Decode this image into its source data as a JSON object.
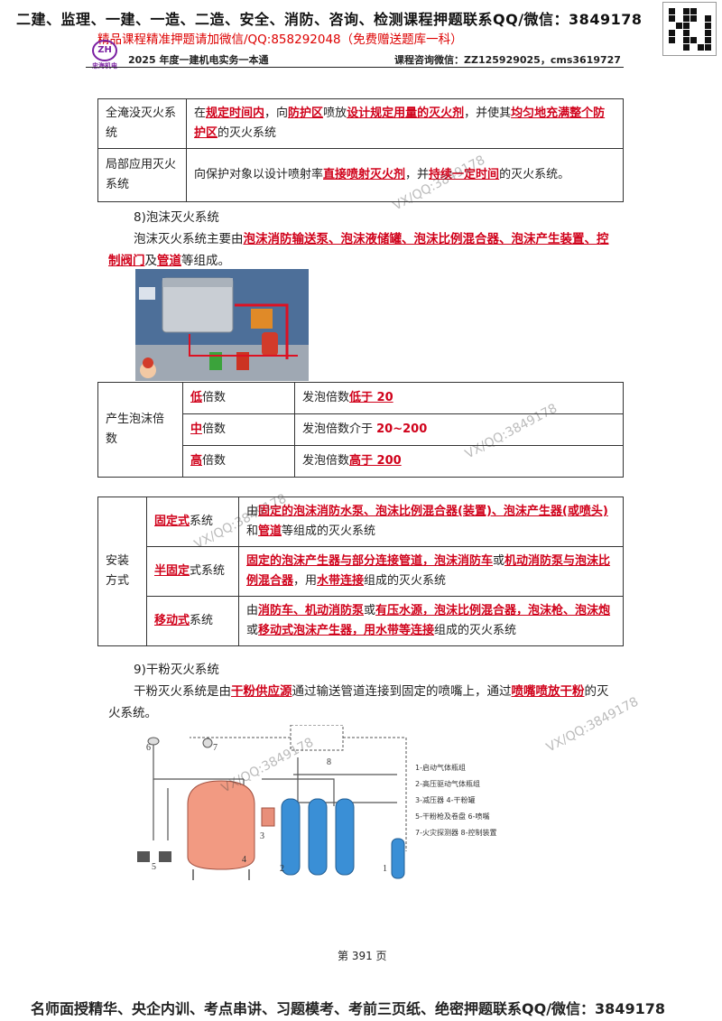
{
  "header": {
    "top_banner": "二建、监理、一建、一造、二造、安全、消防、咨询、检测课程押题联系QQ/微信：3849178",
    "red_banner": "精品课程精准押题请加微信/QQ:858292048（免费赠送题库一科）",
    "logo_text": "忠海机电",
    "book_title": "2025 年度一建机电实务一本通",
    "consult": "课程咨询微信：ZZ125929025，cms3619727"
  },
  "gas_table": [
    {
      "name": "全淹没灭火系统",
      "desc_parts": [
        {
          "t": "在",
          "s": ""
        },
        {
          "t": "规定时间内",
          "s": "rh"
        },
        {
          "t": "，向",
          "s": ""
        },
        {
          "t": "防护区",
          "s": "rh"
        },
        {
          "t": "喷放",
          "s": ""
        },
        {
          "t": "设计规定用量的灭火剂",
          "s": "rh"
        },
        {
          "t": "，并使其",
          "s": ""
        },
        {
          "t": "均匀地充满整个防护区",
          "s": "rh"
        },
        {
          "t": "的灭火系统",
          "s": ""
        }
      ]
    },
    {
      "name": "局部应用灭火系统",
      "desc_parts": [
        {
          "t": "向保护对象以设计喷射率",
          "s": ""
        },
        {
          "t": "直接喷射灭火剂",
          "s": "rh"
        },
        {
          "t": "，并",
          "s": ""
        },
        {
          "t": "持续一定时间",
          "s": "rh"
        },
        {
          "t": "的灭火系统。",
          "s": ""
        }
      ]
    }
  ],
  "foam_section": {
    "heading": "8)泡沫灭火系统",
    "intro_parts": [
      {
        "t": "泡沫灭火系统主要由",
        "s": ""
      },
      {
        "t": "泡沫消防输送泵、泡沫液储罐、泡沫比例混合器、泡沫产生装置、控制阀门",
        "s": "rh"
      },
      {
        "t": "及",
        "s": ""
      },
      {
        "t": "管道",
        "s": "rh"
      },
      {
        "t": "等组成。",
        "s": ""
      }
    ]
  },
  "expansion_table": {
    "label": "产生泡沫倍数",
    "rows": [
      {
        "level_hl": "低",
        "level_rest": "倍数",
        "desc": "发泡倍数",
        "value": "低于 20",
        "value_style": "rh"
      },
      {
        "level_hl": "中",
        "level_rest": "倍数",
        "desc": "发泡倍数介于 ",
        "value": "20~200",
        "value_style": "rt"
      },
      {
        "level_hl": "高",
        "level_rest": "倍数",
        "desc": "发泡倍数",
        "value": "高于 200",
        "value_style": "rh"
      }
    ]
  },
  "install_table": {
    "label": "安装方式",
    "rows": [
      {
        "type_parts": [
          {
            "t": "固定式",
            "s": "rh"
          },
          {
            "t": "系统",
            "s": ""
          }
        ],
        "desc_parts": [
          {
            "t": "由",
            "s": ""
          },
          {
            "t": "固定的泡沫消防水泵、泡沫比例混合器(装置)、泡沫产生器(或喷头)",
            "s": "rh"
          },
          {
            "t": "和",
            "s": ""
          },
          {
            "t": "管道",
            "s": "rh"
          },
          {
            "t": "等组成的灭火系统",
            "s": ""
          }
        ]
      },
      {
        "type_parts": [
          {
            "t": "半固定",
            "s": "rh"
          },
          {
            "t": "式系统",
            "s": ""
          }
        ],
        "desc_parts": [
          {
            "t": "固定的泡沫产生器与部分连接管道，泡沫消防车",
            "s": "rh"
          },
          {
            "t": "或",
            "s": ""
          },
          {
            "t": "机动消防泵与泡沫比例混合器",
            "s": "rh"
          },
          {
            "t": "，用",
            "s": ""
          },
          {
            "t": "水带连接",
            "s": "rh"
          },
          {
            "t": "组成的灭火系统",
            "s": ""
          }
        ]
      },
      {
        "type_parts": [
          {
            "t": "移动式",
            "s": "rh"
          },
          {
            "t": "系统",
            "s": ""
          }
        ],
        "desc_parts": [
          {
            "t": "由",
            "s": ""
          },
          {
            "t": "消防车、机动消防泵",
            "s": "rh"
          },
          {
            "t": "或",
            "s": ""
          },
          {
            "t": "有压水源，泡沫比例混合器，泡沫枪、泡沫炮",
            "s": "rh"
          },
          {
            "t": "或",
            "s": ""
          },
          {
            "t": "移动式泡沫产生器，用水带等连接",
            "s": "rh"
          },
          {
            "t": "组成的灭火系统",
            "s": ""
          }
        ]
      }
    ]
  },
  "powder_section": {
    "heading": "9)干粉灭火系统",
    "intro_parts": [
      {
        "t": "干粉灭火系统是由",
        "s": ""
      },
      {
        "t": "干粉供应源",
        "s": "rh"
      },
      {
        "t": "通过输送管道连接到固定的喷嘴上，通过",
        "s": ""
      },
      {
        "t": "喷嘴喷放干粉",
        "s": "rh"
      },
      {
        "t": "的灭火系统。",
        "s": ""
      }
    ]
  },
  "diagram_legend": [
    "1-启动气体瓶组",
    "2-高压驱动气体瓶组",
    "3-减压器      4-干粉罐",
    "5-干粉枪及卷盘  6-喷嘴",
    "7-火灾探测器  8-控制装置"
  ],
  "diagram_numbers": [
    "6",
    "7",
    "8",
    "3",
    "4",
    "5",
    "2",
    "1"
  ],
  "watermark": "VX/QQ:3849178",
  "page_number": "第 391 页",
  "footer_banner": "名师面授精华、央企内训、考点串讲、习题模考、考前三页纸、绝密押题联系QQ/微信：3849178",
  "colors": {
    "highlight": "#d0021b",
    "cylinder": "#3a8fd6",
    "tank": "#f29a82"
  }
}
